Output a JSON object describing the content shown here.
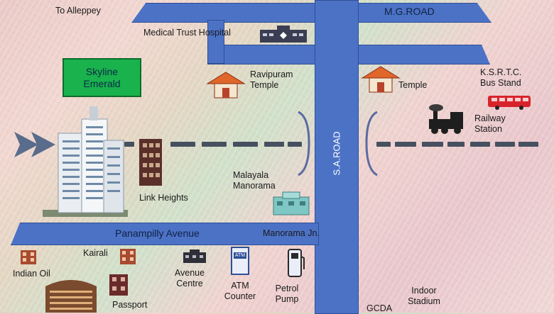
{
  "map": {
    "roads": {
      "mg_road": "M.G.ROAD",
      "sa_road": "S.A.ROAD",
      "panampilly_avenue": "Panampilly Avenue"
    },
    "labels": {
      "to_alleppey": "To Alleppey",
      "medical_trust_hospital": "Medical Trust Hospital",
      "skyline_emerald_line1": "Skyline",
      "skyline_emerald_line2": "Emerald",
      "ravipuram_temple_line1": "Ravipuram",
      "ravipuram_temple_line2": "Temple",
      "temple": "Temple",
      "ksrtc_line1": "K.S.R.T.C.",
      "ksrtc_line2": "Bus Stand",
      "railway_line1": "Railway",
      "railway_line2": "Station",
      "link_heights": "Link Heights",
      "malayala_line1": "Malayala",
      "malayala_line2": "Manorama",
      "manorama_jn": "Manorama Jn.",
      "indian_oil": "Indian Oil",
      "kairali": "Kairali",
      "passport": "Passport",
      "avenue_centre_line1": "Avenue",
      "avenue_centre_line2": "Centre",
      "atm_line1": "ATM",
      "atm_line2": "Counter",
      "atm_sign": "ATM",
      "petrol_line1": "Petrol",
      "petrol_line2": "Pump",
      "indoor_stadium_line1": "Indoor",
      "indoor_stadium_line2": "Stadium",
      "gcda": "GCDA"
    },
    "colors": {
      "road": "#4c72c6",
      "skyline_box": "#19b24c",
      "temple_roof": "#e0662a",
      "bus": "#d8232a"
    }
  }
}
